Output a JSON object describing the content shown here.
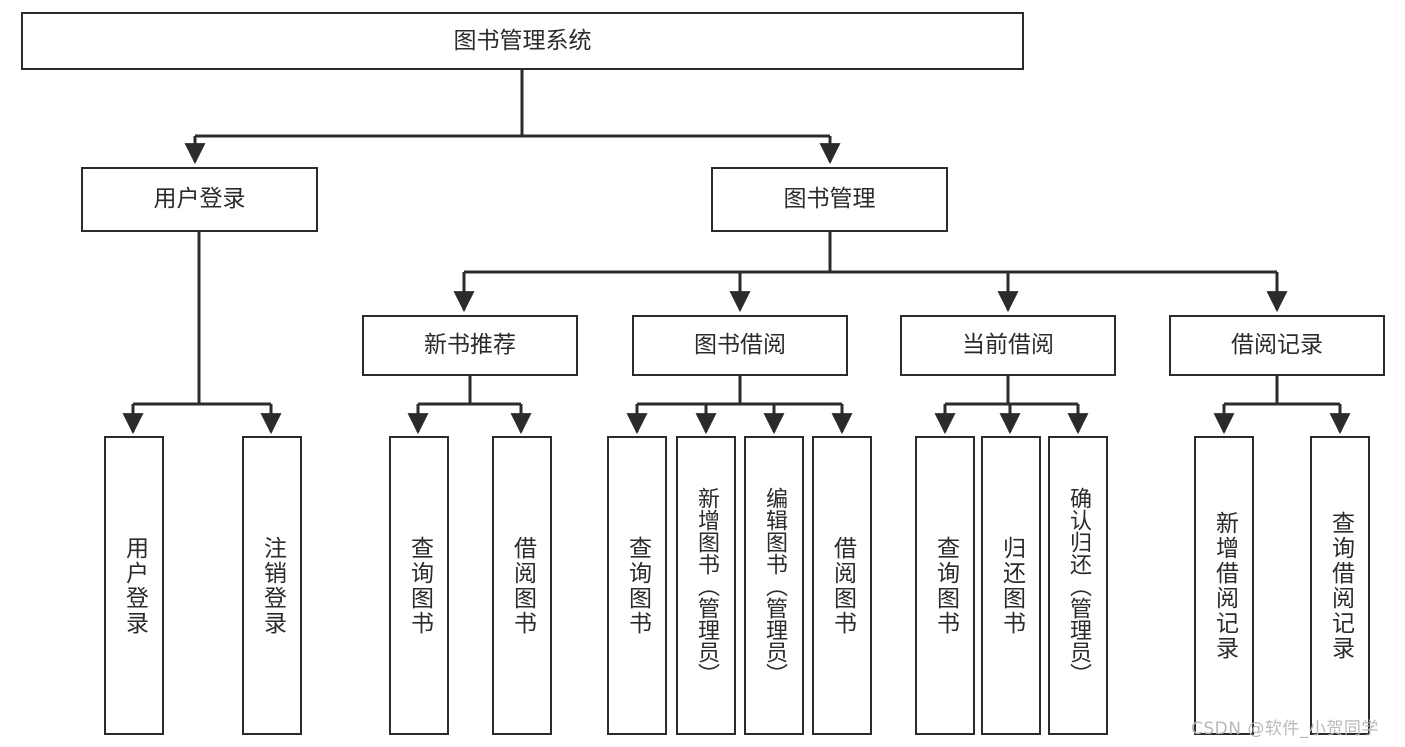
{
  "diagram": {
    "title_node": {
      "label": "图书管理系统"
    },
    "level2": [
      {
        "id": "user-login",
        "label": "用户登录"
      },
      {
        "id": "book-management",
        "label": "图书管理"
      }
    ],
    "level3": [
      {
        "id": "new-book-recommend",
        "label": "新书推荐"
      },
      {
        "id": "book-borrow",
        "label": "图书借阅"
      },
      {
        "id": "current-borrow",
        "label": "当前借阅"
      },
      {
        "id": "borrow-record",
        "label": "借阅记录"
      }
    ],
    "leaves": {
      "user_login": [
        {
          "id": "leaf-user-login",
          "label": "用户登录"
        },
        {
          "id": "leaf-logout",
          "label": "注销登录"
        }
      ],
      "new_book_recommend": [
        {
          "id": "leaf-query-book-1",
          "label": "查询图书"
        },
        {
          "id": "leaf-borrow-book-1",
          "label": "借阅图书"
        }
      ],
      "book_borrow": [
        {
          "id": "leaf-query-book-2",
          "label": "查询图书"
        },
        {
          "id": "leaf-add-book",
          "label": "新增图书（管理员）"
        },
        {
          "id": "leaf-edit-book",
          "label": "编辑图书（管理员）"
        },
        {
          "id": "leaf-borrow-book-2",
          "label": "借阅图书"
        }
      ],
      "current_borrow": [
        {
          "id": "leaf-query-book-3",
          "label": "查询图书"
        },
        {
          "id": "leaf-return-book",
          "label": "归还图书"
        },
        {
          "id": "leaf-confirm-return",
          "label": "确认归还（管理员）"
        }
      ],
      "borrow_record": [
        {
          "id": "leaf-add-record",
          "label": "新增借阅记录"
        },
        {
          "id": "leaf-query-record",
          "label": "查询借阅记录"
        }
      ]
    },
    "watermark": "CSDN @软件_小贺同学",
    "colors": {
      "line": "#2b2b2b",
      "box_fill": "#ffffff",
      "text": "#2b2b2b",
      "watermark": "#b9b9b9"
    }
  }
}
